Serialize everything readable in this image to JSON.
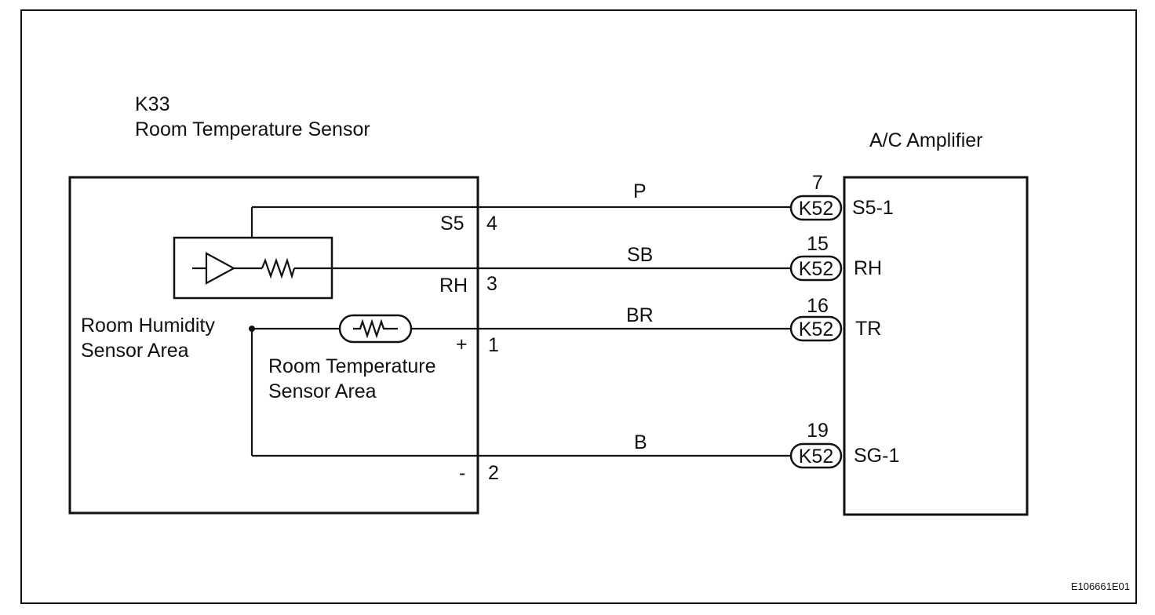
{
  "sensor": {
    "id": "K33",
    "name": "Room Temperature Sensor",
    "humidity_area": [
      "Room Humidity",
      "Sensor Area"
    ],
    "temperature_area": [
      "Room Temperature",
      "Sensor Area"
    ],
    "pins": [
      {
        "name": "S5",
        "number": "4"
      },
      {
        "name": "RH",
        "number": "3"
      },
      {
        "name": "+",
        "number": "1"
      },
      {
        "name": "-",
        "number": "2"
      }
    ]
  },
  "amplifier": {
    "name": "A/C Amplifier",
    "terminals": [
      {
        "connector": "K52",
        "pin": "7",
        "name": "S5-1"
      },
      {
        "connector": "K52",
        "pin": "15",
        "name": "RH"
      },
      {
        "connector": "K52",
        "pin": "16",
        "name": "TR"
      },
      {
        "connector": "K52",
        "pin": "19",
        "name": "SG-1"
      }
    ]
  },
  "wires": [
    {
      "color": "P"
    },
    {
      "color": "SB"
    },
    {
      "color": "BR"
    },
    {
      "color": "B"
    }
  ],
  "figure_code": "E106661E01"
}
